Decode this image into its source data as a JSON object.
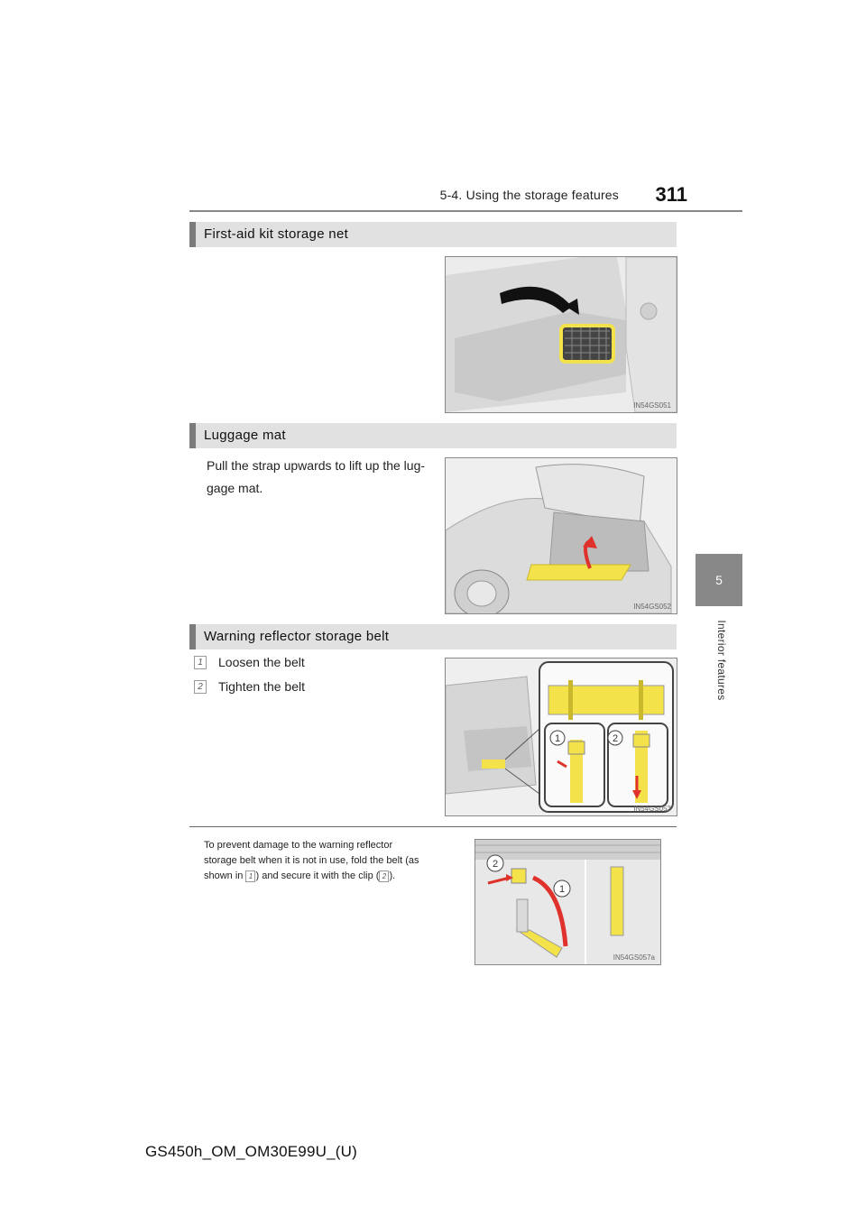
{
  "header": {
    "section_title": "5-4. Using the storage features",
    "page_number": "311"
  },
  "side_tab": {
    "chapter_number": "5",
    "chapter_label": "Interior features"
  },
  "sections": [
    {
      "title": "First-aid kit storage net",
      "figure_code": "IN54GS051"
    },
    {
      "title": "Luggage mat",
      "body": "Pull the strap upwards to lift up the lug-gage mat.",
      "body_line1": "Pull the strap upwards to lift up the lug-",
      "body_line2": "gage mat.",
      "figure_code": "IN54GS052"
    },
    {
      "title": "Warning reflector storage belt",
      "figure_code": "IN54GS053",
      "steps": [
        {
          "number": "1",
          "text": "Loosen the belt"
        },
        {
          "number": "2",
          "text": "Tighten the belt"
        }
      ]
    }
  ],
  "note": {
    "line1": "To prevent damage to the warning reflector",
    "line2": "storage belt when it is not in use, fold the belt (as",
    "line3_a": "shown in ",
    "badge1": "1",
    "line3_b": ") and secure it with the clip (",
    "badge2": "2",
    "line3_c": ").",
    "figure_code": "IN54GS057a"
  },
  "footer": {
    "doc_code": "GS450h_OM_OM30E99U_(U)"
  },
  "colors": {
    "accent_yellow": "#f3e24a",
    "arrow_red": "#e0322c",
    "header_bar": "#7b7b7b",
    "header_bg": "#e1e1e1"
  }
}
